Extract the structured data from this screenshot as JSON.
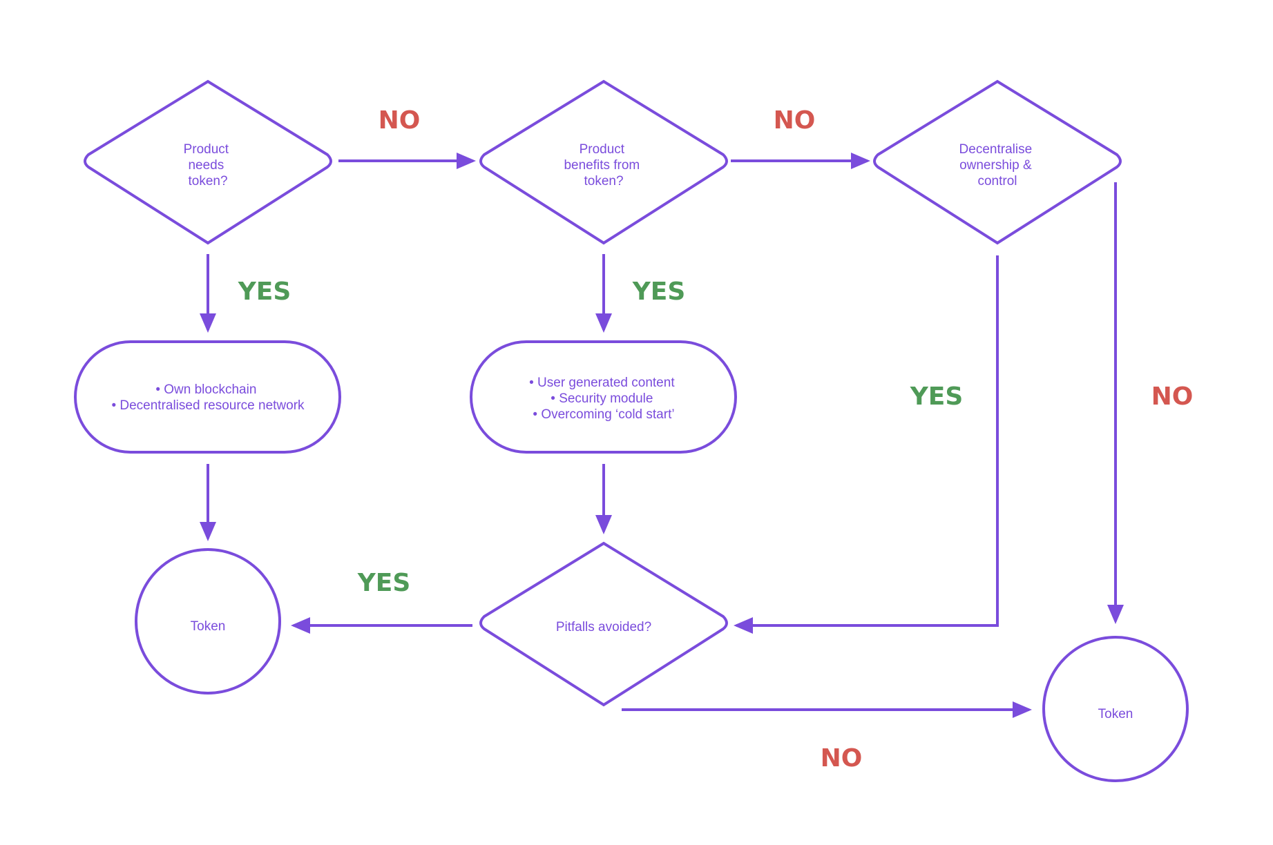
{
  "colors": {
    "node": "#7a4cdc",
    "yes": "#4f9a57",
    "no": "#d45750",
    "background": "#ffffff"
  },
  "nodes": {
    "q_needs_token": {
      "lines": [
        "Product",
        "needs",
        "token?"
      ]
    },
    "q_benefits": {
      "lines": [
        "Product",
        "benefits from",
        "token?"
      ]
    },
    "q_decentralise": {
      "lines": [
        "Decentralise",
        "ownership &",
        "control"
      ]
    },
    "box_infra": {
      "lines": [
        "• Own blockchain",
        "• Decentralised resource network"
      ]
    },
    "box_usecases": {
      "lines": [
        "• User generated content",
        "• Security module",
        "• Overcoming ‘cold start’"
      ]
    },
    "q_pitfalls": {
      "lines": [
        "Pitfalls avoided?"
      ]
    },
    "token_left": {
      "lines": [
        "Token"
      ]
    },
    "token_right": {
      "lines": [
        "Token"
      ]
    }
  },
  "edge_labels": {
    "needs_no": "NO",
    "benefits_no": "NO",
    "needs_yes": "YES",
    "benefits_yes": "YES",
    "decentralise_yes": "YES",
    "decentralise_no": "NO",
    "pitfalls_yes": "YES",
    "pitfalls_no": "NO"
  }
}
